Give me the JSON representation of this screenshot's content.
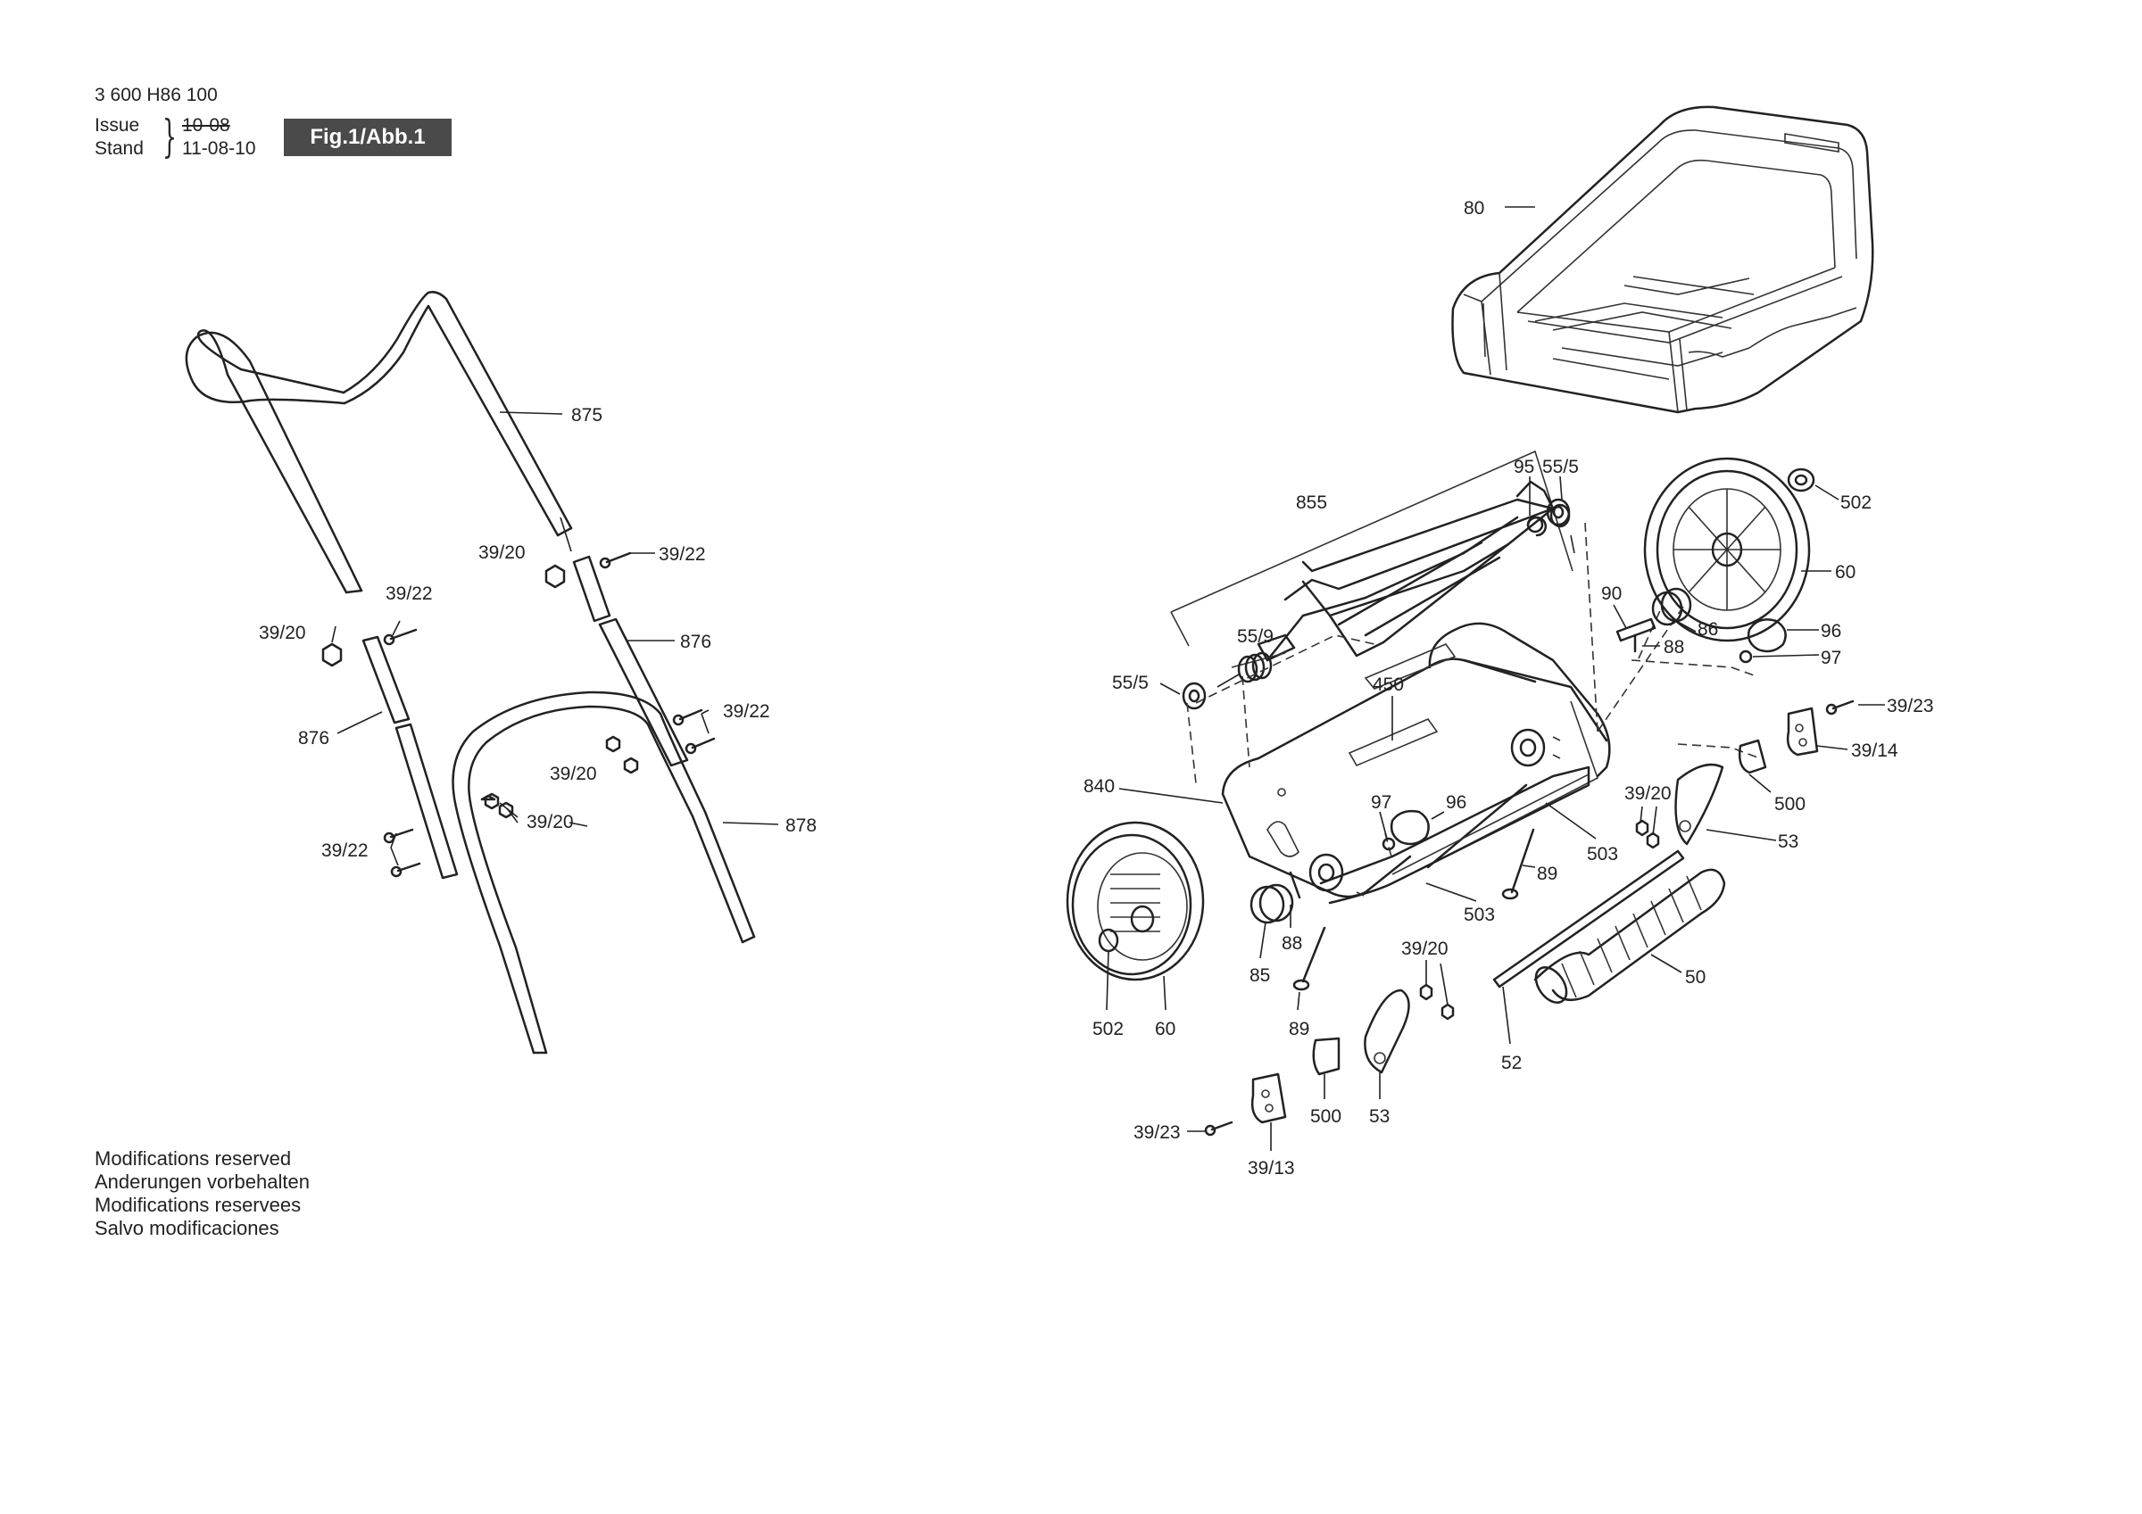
{
  "header": {
    "document_number": "3 600 H86 100",
    "issue_label": "Issue",
    "stand_label": "Stand",
    "issue_date": "10-08",
    "stand_date": "11-08-10",
    "figure_label": "Fig.1/Abb.1"
  },
  "disclaimer": [
    "Modifications reserved",
    "Anderungen vorbehalten",
    "Modifications reservees",
    "Salvo modificaciones"
  ],
  "callouts": {
    "p875": "875",
    "p876": "876",
    "p878": "878",
    "p39_20": "39/20",
    "p39_22": "39/22",
    "p80": "80",
    "p855": "855",
    "p95": "95",
    "p55_5": "55/5",
    "p55_9": "55/9",
    "p450": "450",
    "p840": "840",
    "p502": "502",
    "p60": "60",
    "p90": "90",
    "p86": "86",
    "p88": "88",
    "p96": "96",
    "p97": "97",
    "p39_23": "39/23",
    "p39_14": "39/14",
    "p39_13": "39/13",
    "p500": "500",
    "p53": "53",
    "p503": "503",
    "p89": "89",
    "p85": "85",
    "p50": "50",
    "p52": "52"
  }
}
